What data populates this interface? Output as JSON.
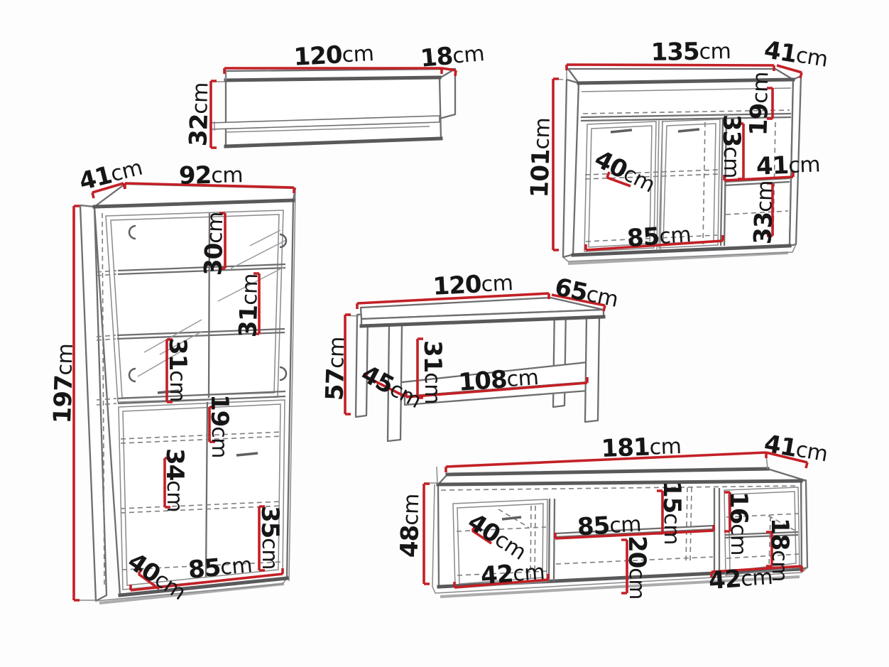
{
  "title": "Furniture set dimension diagram",
  "unit": "cm",
  "colors": {
    "dimension_line": "#c32026",
    "outline": "#6e6e70",
    "outline_dark": "#59595b",
    "background": "#fdfdfd",
    "text": "#161616"
  },
  "pieces": {
    "wall_shelf": {
      "name": "wall shelf",
      "dims": {
        "width": {
          "v": "120",
          "u": "cm"
        },
        "depth": {
          "v": "18",
          "u": "cm"
        },
        "height": {
          "v": "32",
          "u": "cm"
        }
      }
    },
    "display_cabinet": {
      "name": "display cabinet",
      "dims": {
        "depth": {
          "v": "41",
          "u": "cm"
        },
        "width": {
          "v": "92",
          "u": "cm"
        },
        "height": {
          "v": "197",
          "u": "cm"
        },
        "top_section": {
          "v": "30",
          "u": "cm"
        },
        "upper_shelf": {
          "v": "31",
          "u": "cm"
        },
        "middle_shelf": {
          "v": "31",
          "u": "cm"
        },
        "niche": {
          "v": "19",
          "u": "cm"
        },
        "lower_shelf": {
          "v": "34",
          "u": "cm"
        },
        "bottom_section": {
          "v": "35",
          "u": "cm"
        },
        "inner_depth": {
          "v": "40",
          "u": "cm"
        },
        "inner_width": {
          "v": "85",
          "u": "cm"
        }
      }
    },
    "sideboard": {
      "name": "sideboard",
      "dims": {
        "width": {
          "v": "135",
          "u": "cm"
        },
        "depth": {
          "v": "41",
          "u": "cm"
        },
        "height": {
          "v": "101",
          "u": "cm"
        },
        "top_niche": {
          "v": "19",
          "u": "cm"
        },
        "upper_section": {
          "v": "33",
          "u": "cm"
        },
        "inner_width": {
          "v": "41",
          "u": "cm"
        },
        "lower_section": {
          "v": "33",
          "u": "cm"
        },
        "inner_depth": {
          "v": "40",
          "u": "cm"
        },
        "doors_width": {
          "v": "85",
          "u": "cm"
        }
      }
    },
    "coffee_table": {
      "name": "coffee table",
      "dims": {
        "length": {
          "v": "120",
          "u": "cm"
        },
        "depth": {
          "v": "65",
          "u": "cm"
        },
        "height": {
          "v": "57",
          "u": "cm"
        },
        "inner_depth": {
          "v": "45",
          "u": "cm"
        },
        "clearance": {
          "v": "31",
          "u": "cm"
        },
        "shelf_length": {
          "v": "108",
          "u": "cm"
        }
      }
    },
    "tv_stand": {
      "name": "tv stand",
      "dims": {
        "width": {
          "v": "181",
          "u": "cm"
        },
        "depth": {
          "v": "41",
          "u": "cm"
        },
        "height": {
          "v": "48",
          "u": "cm"
        },
        "inner_depth": {
          "v": "40",
          "u": "cm"
        },
        "left_width": {
          "v": "42",
          "u": "cm"
        },
        "shelf_width": {
          "v": "85",
          "u": "cm"
        },
        "upper_niche": {
          "v": "15",
          "u": "cm"
        },
        "lower_niche": {
          "v": "20",
          "u": "cm"
        },
        "right_upper": {
          "v": "16",
          "u": "cm"
        },
        "right_lower": {
          "v": "18",
          "u": "cm"
        },
        "right_width": {
          "v": "42",
          "u": "cm"
        }
      }
    }
  }
}
